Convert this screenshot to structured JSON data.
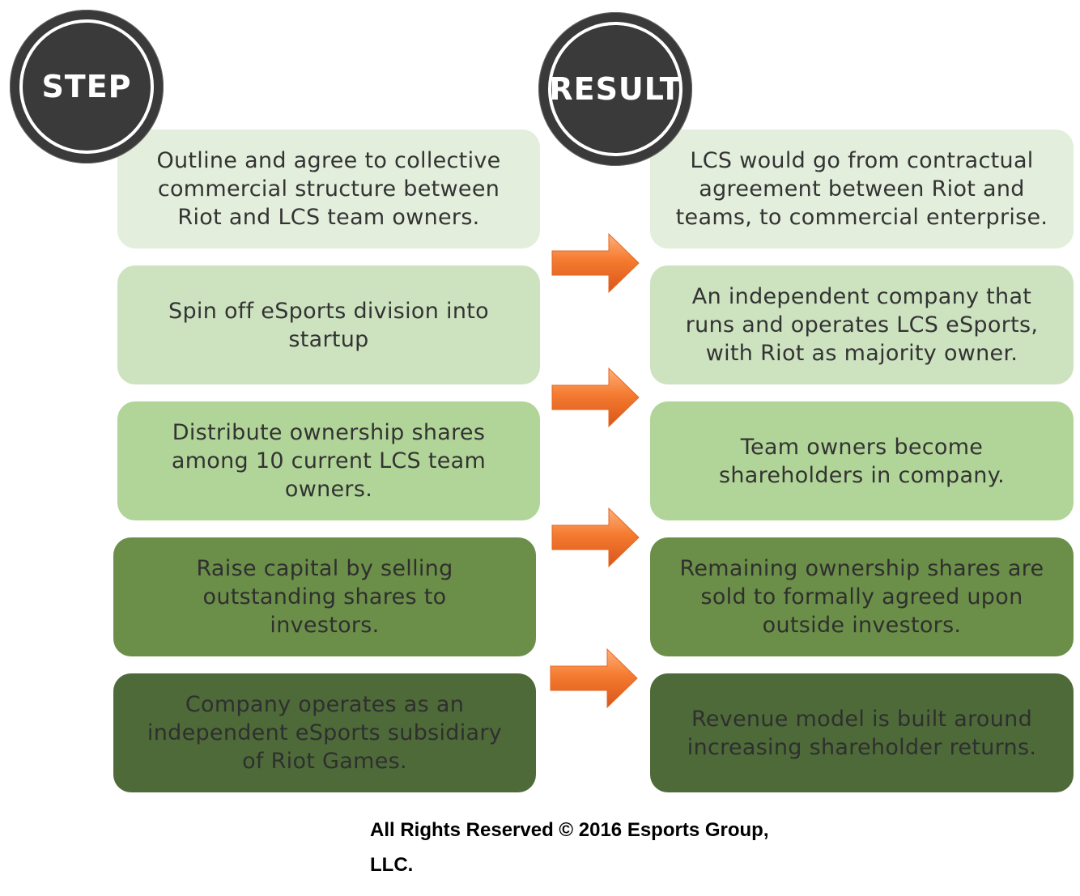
{
  "headers": {
    "step": "STEP",
    "result": "RESULT"
  },
  "steps": [
    "Outline and agree to collective commercial structure between Riot and LCS team owners.",
    "Spin off eSports division into startup",
    "Distribute ownership shares among 10 current LCS team owners.",
    "Raise capital by selling outstanding shares to investors.",
    "Company operates as an independent eSports subsidiary of Riot Games."
  ],
  "results": [
    "LCS would go from contractual agreement between Riot and teams, to commercial enterprise.",
    "An independent company that runs and operates LCS eSports, with Riot as majority owner.",
    "Team owners become shareholders in company.",
    "Remaining ownership shares are sold to formally agreed upon outside investors.",
    "Revenue model is built around increasing shareholder returns."
  ],
  "colors": {
    "row_fills": [
      "#e3efdc",
      "#cde3c0",
      "#b1d598",
      "#6b8f48",
      "#4d6a38"
    ],
    "arrow": "#f47b30",
    "header_circle": "#3a3a3a"
  },
  "footer": "All Rights Reserved © 2016 Esports Group, LLC."
}
